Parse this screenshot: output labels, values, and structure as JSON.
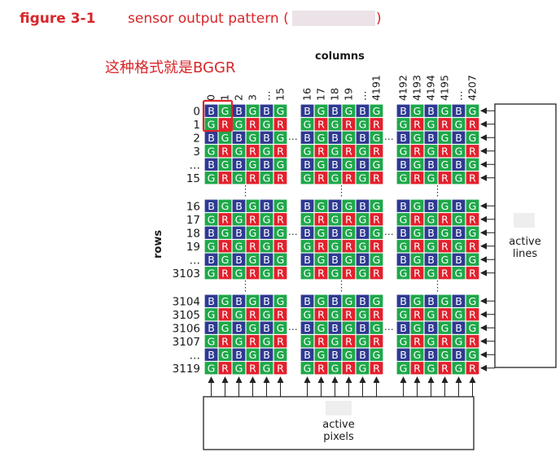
{
  "header": {
    "figure_label": "figure 3-1",
    "title": "sensor output pattern (",
    "title_close": ")"
  },
  "annotation": "这种格式就是BGGR",
  "axis": {
    "columns_label": "columns",
    "rows_label": "rows"
  },
  "column_numbers": [
    [
      "0",
      "1",
      "2",
      "3",
      "…",
      "15"
    ],
    [
      "16",
      "17",
      "18",
      "19",
      "…",
      "4191"
    ],
    [
      "4192",
      "4193",
      "4194",
      "4195",
      "…",
      "4207"
    ]
  ],
  "row_numbers": [
    [
      "0",
      "1",
      "2",
      "3",
      "…",
      "15"
    ],
    [
      "16",
      "17",
      "18",
      "19",
      "…",
      "3103"
    ],
    [
      "3104",
      "3105",
      "3106",
      "3107",
      "…",
      "3119"
    ]
  ],
  "pattern": {
    "even_row": [
      "B",
      "G"
    ],
    "odd_row": [
      "G",
      "R"
    ]
  },
  "colors": {
    "B": "#2e3a92",
    "G": "#1ea84a",
    "R": "#e2202c",
    "accent": "#d8262a"
  },
  "boxes": {
    "active_lines": [
      "active",
      "lines"
    ],
    "active_pixels": [
      "active",
      "pixels"
    ]
  }
}
